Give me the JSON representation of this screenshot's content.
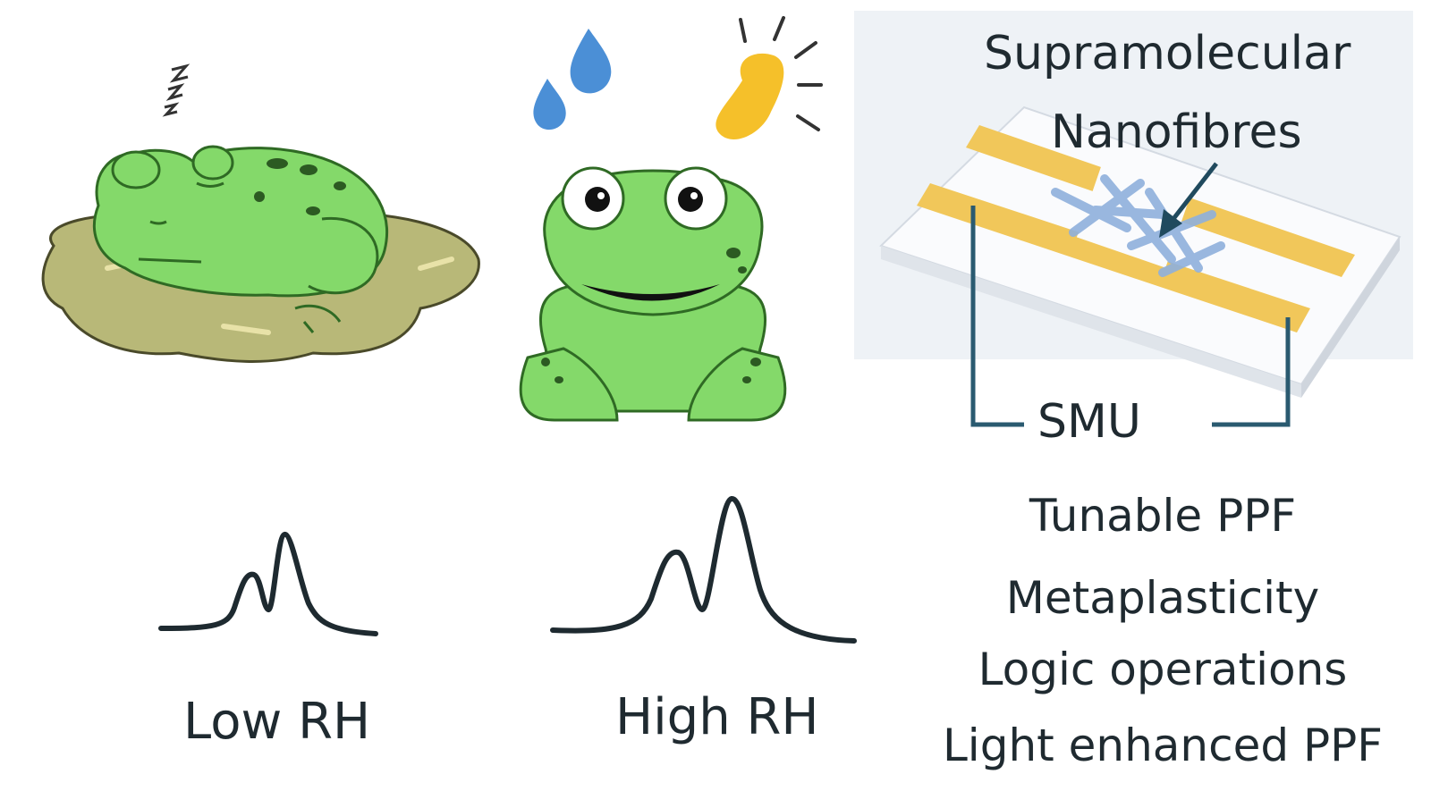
{
  "panels": {
    "low": {
      "caption": "Low RH",
      "sleep_marks": "z z z"
    },
    "high": {
      "caption": "High RH"
    },
    "device": {
      "title_line1": "Supramolecular",
      "title_line2": "Nanofibres",
      "instrument": "SMU",
      "features": [
        "Tunable PPF",
        "Metaplasticity",
        "Logic operations",
        "Light enhanced PPF"
      ]
    }
  },
  "colors": {
    "frog": "#84d96a",
    "frog_outline": "#2f6a24",
    "frog_spot": "#2c5a22",
    "lily_pad": "#b8b878",
    "water_drop": "#4b8fd6",
    "sun": "#f5c02a",
    "electrode": "#f1c75a",
    "wire": "#2a5a70",
    "curve": "#1e2a30"
  }
}
